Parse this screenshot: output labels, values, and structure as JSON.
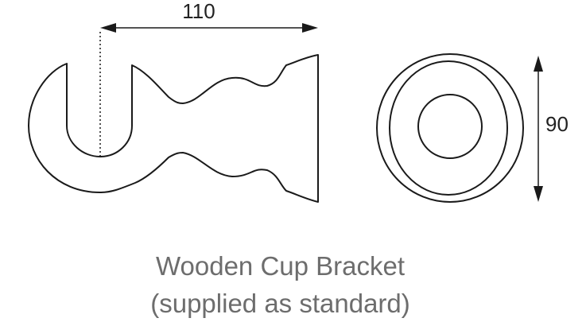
{
  "dimensions": {
    "width_label": "110",
    "height_label": "90"
  },
  "caption": {
    "line1": "Wooden Cup Bracket",
    "line2": "(supplied as standard)"
  }
}
